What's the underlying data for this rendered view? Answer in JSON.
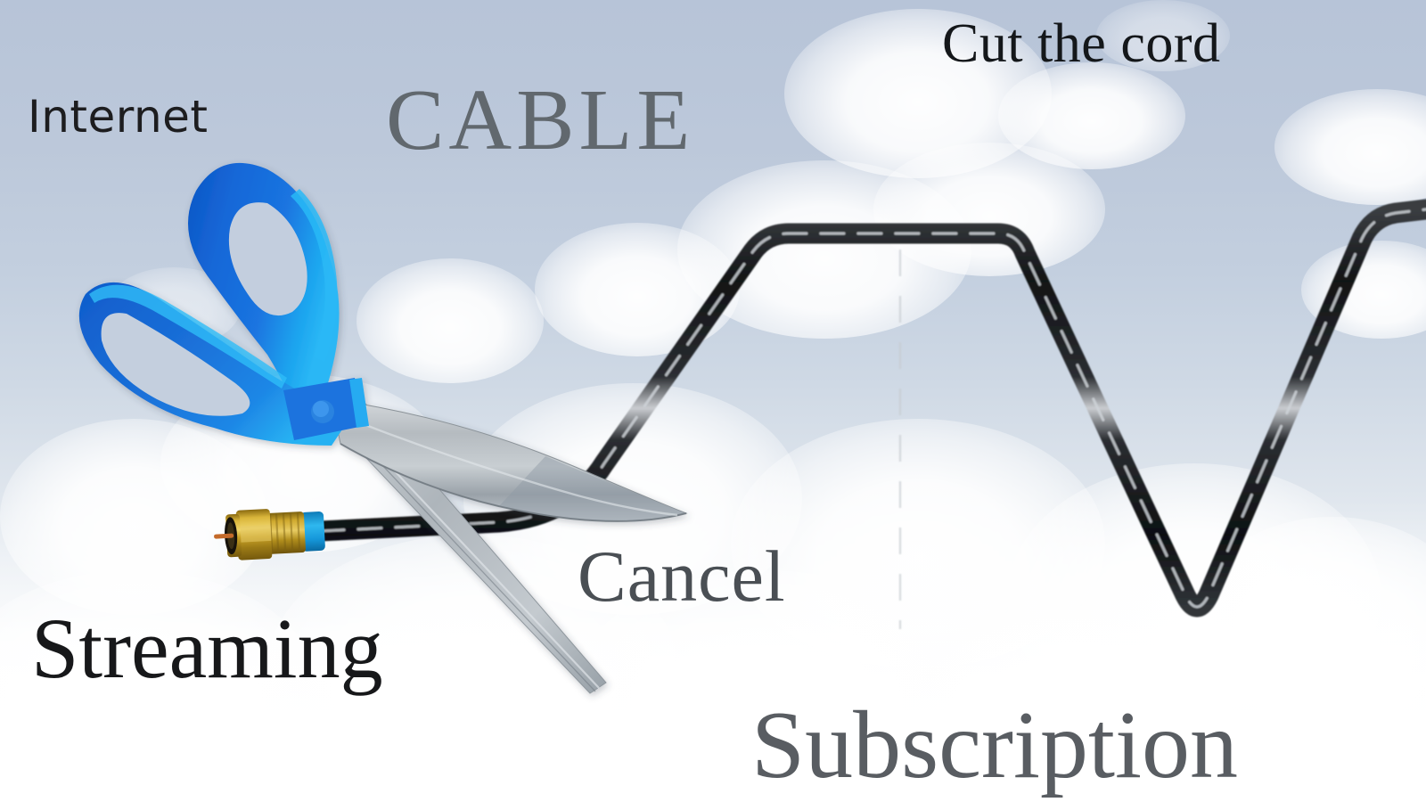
{
  "scene": {
    "title": "Cut the cord cable subscription concept",
    "background": "sky-with-clouds",
    "sky_top_color": "#b7c4d8",
    "sky_bottom_color": "#fbfcfd"
  },
  "labels": {
    "internet": "Internet",
    "cable": "CABLE",
    "cut_the_cord": "Cut the cord",
    "cancel": "Cancel",
    "streaming": "Streaming",
    "subscription": "Subscription"
  },
  "label_colors": {
    "internet": "#1d1d1f",
    "cable": "#5b6166",
    "cut_the_cord": "#14171a",
    "cancel": "#4a4f54",
    "streaming": "#17181a",
    "subscription": "#595d62"
  },
  "objects": {
    "scissors": {
      "name": "blue-handled scissors",
      "handle_color": "#1464d4",
      "handle_highlight_color": "#20a6ef",
      "blade_color": "#b9bec3",
      "rivet_color": "#2f7fd8"
    },
    "coax_cable": {
      "name": "black coaxial cable bent into TV letterform",
      "cable_color": "#1a1c1e",
      "connector_color": "#c9a227",
      "connector_band_color": "#19a9e8",
      "shape": "TV"
    }
  }
}
